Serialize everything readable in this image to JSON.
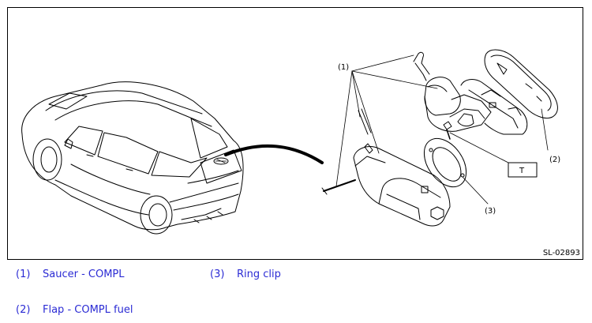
{
  "figure": {
    "id": "SL-02893",
    "callouts": {
      "c1": "(1)",
      "c2": "(2)",
      "c3": "(3)",
      "torque": "T"
    }
  },
  "legend": [
    {
      "num": "(1)",
      "label": "Saucer - COMPL"
    },
    {
      "num": "(3)",
      "label": "Ring clip"
    },
    {
      "num": "(2)",
      "label": "Flap - COMPL fuel"
    }
  ]
}
